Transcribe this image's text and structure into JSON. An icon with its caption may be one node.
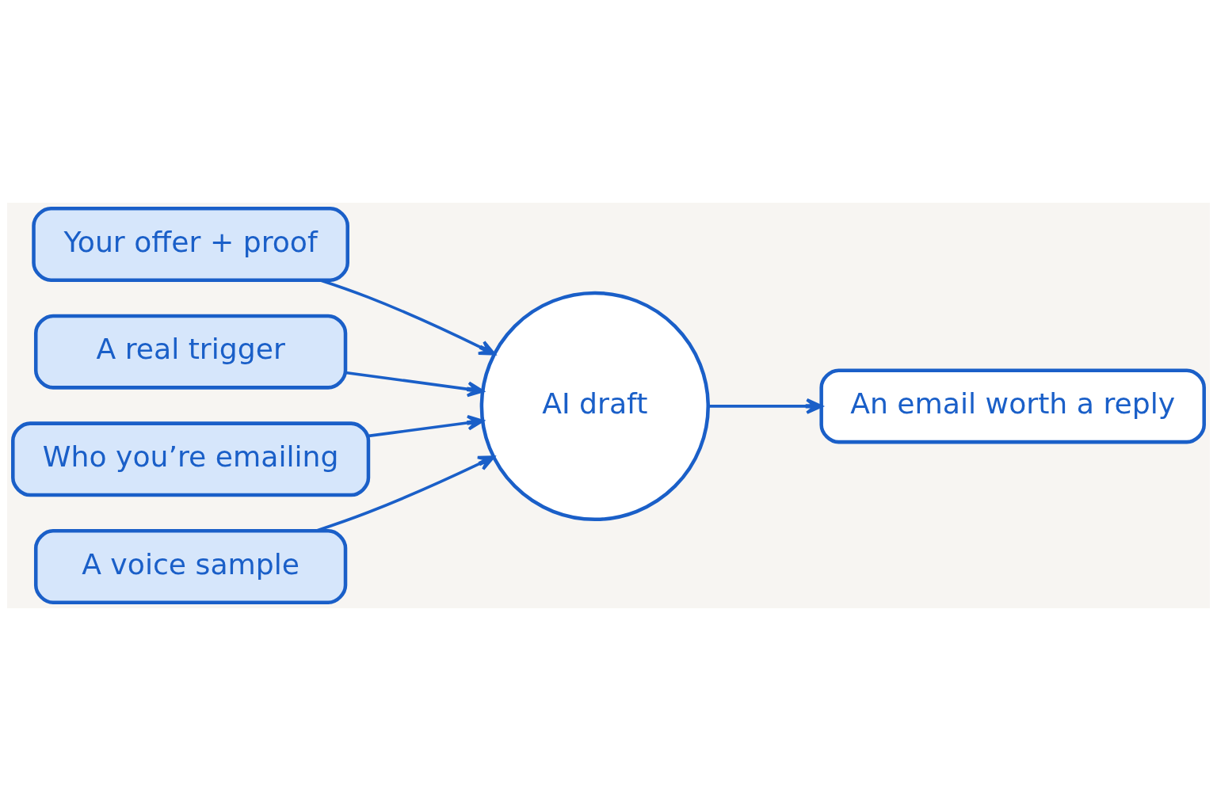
{
  "diagram": {
    "nodes": [
      {
        "text": [
          "Your offer + proof"
        ]
      },
      {
        "text": [
          "A real trigger"
        ]
      },
      {
        "text": [
          "Who you’re emailing"
        ]
      },
      {
        "text": [
          "A voice sample"
        ]
      },
      {
        "text": [
          "AI draft"
        ]
      },
      {
        "text": [
          "An email worth a reply"
        ]
      }
    ],
    "edges": [
      {
        "from": 0,
        "to": 4,
        "arrow": "to"
      },
      {
        "from": 1,
        "to": 4,
        "arrow": "to"
      },
      {
        "from": 2,
        "to": 4,
        "arrow": "to"
      },
      {
        "from": 3,
        "to": 4,
        "arrow": "to"
      },
      {
        "from": 4,
        "to": 5,
        "arrow": "to"
      }
    ]
  }
}
